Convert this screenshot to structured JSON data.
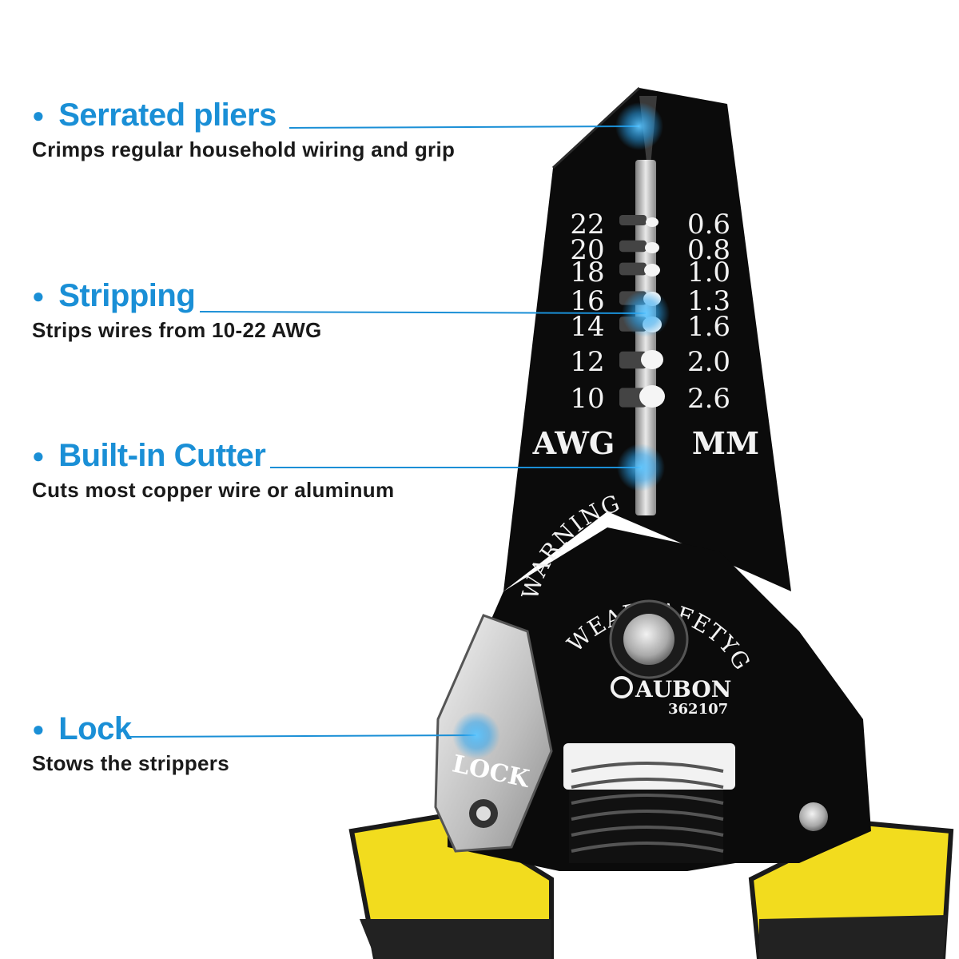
{
  "accent_color": "#1a8fd6",
  "features": [
    {
      "title": "Serrated pliers",
      "description": "Crimps regular household wiring and grip"
    },
    {
      "title": "Stripping",
      "description": "Strips wires from 10-22 AWG"
    },
    {
      "title": "Built-in Cutter",
      "description": "Cuts most copper wire or aluminum"
    },
    {
      "title": "Lock",
      "description": "Stows the strippers"
    }
  ],
  "tool": {
    "awg_sizes": [
      "22",
      "20",
      "18",
      "16",
      "14",
      "12",
      "10"
    ],
    "mm_sizes": [
      "0.6",
      "0.8",
      "1.0",
      "1.3",
      "1.6",
      "2.0",
      "2.6"
    ],
    "awg_label": "AWG",
    "mm_label": "MM",
    "warning_text": "WARNING",
    "goggles_text": "WEARSAFETYGOGGLES",
    "brand": "AUBON",
    "model": "362107",
    "lock_label": "LOCK",
    "handle_color": "#f2dc1e",
    "body_color": "#0b0b0b"
  }
}
